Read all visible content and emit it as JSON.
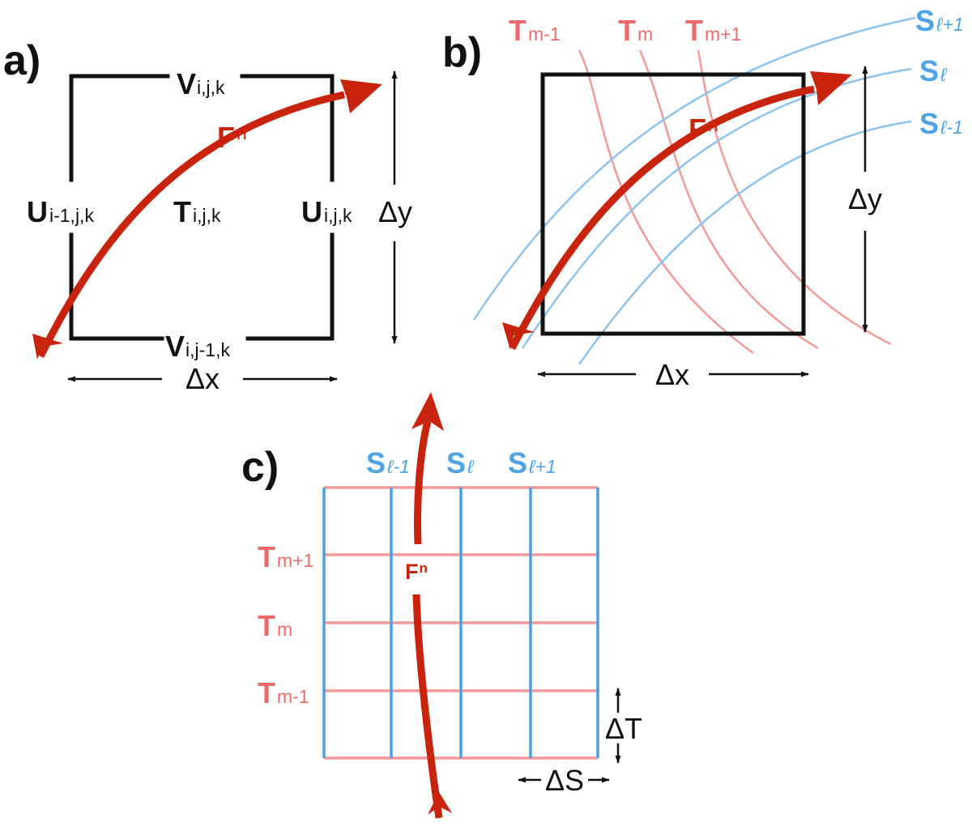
{
  "colors": {
    "ink": "#111111",
    "flux": "#c8230c",
    "temperature": "#f29a9a",
    "temperature_text": "#ee6a6a",
    "salinity": "#8cc3ee",
    "salinity_text": "#4ea3e6",
    "salinity_grid": "#4d9ee8"
  },
  "panel_a": {
    "label": "a)",
    "v_top": {
      "main": "V",
      "sub": "i,j,k"
    },
    "v_bottom": {
      "main": "V",
      "sub": "i,j-1,k"
    },
    "u_left": {
      "main": "U",
      "sub": "i-1,j,k"
    },
    "u_right": {
      "main": "U",
      "sub": "i,j,k"
    },
    "t_center": {
      "main": "T",
      "sub": "i,j,k"
    },
    "flux": {
      "main": "F",
      "sup": "n"
    },
    "dx": "Δx",
    "dy": "Δy"
  },
  "panel_b": {
    "label": "b)",
    "t_labels": [
      {
        "main": "T",
        "sub": "m-1"
      },
      {
        "main": "T",
        "sub": "m"
      },
      {
        "main": "T",
        "sub": "m+1"
      }
    ],
    "s_labels": [
      {
        "main": "S",
        "sub": "ℓ+1"
      },
      {
        "main": "S",
        "sub": "ℓ"
      },
      {
        "main": "S",
        "sub": "ℓ-1"
      }
    ],
    "flux": {
      "main": "F",
      "sup": "n"
    },
    "dx": "Δx",
    "dy": "Δy"
  },
  "panel_c": {
    "label": "c)",
    "s_labels": [
      {
        "main": "S",
        "sub": "ℓ-1"
      },
      {
        "main": "S",
        "sub": "ℓ"
      },
      {
        "main": "S",
        "sub": "ℓ+1"
      }
    ],
    "t_labels": [
      {
        "main": "T",
        "sub": "m+1"
      },
      {
        "main": "T",
        "sub": "m"
      },
      {
        "main": "T",
        "sub": "m-1"
      }
    ],
    "flux": {
      "main": "F",
      "sup": "n"
    },
    "dT": "ΔT",
    "dS": "ΔS"
  }
}
